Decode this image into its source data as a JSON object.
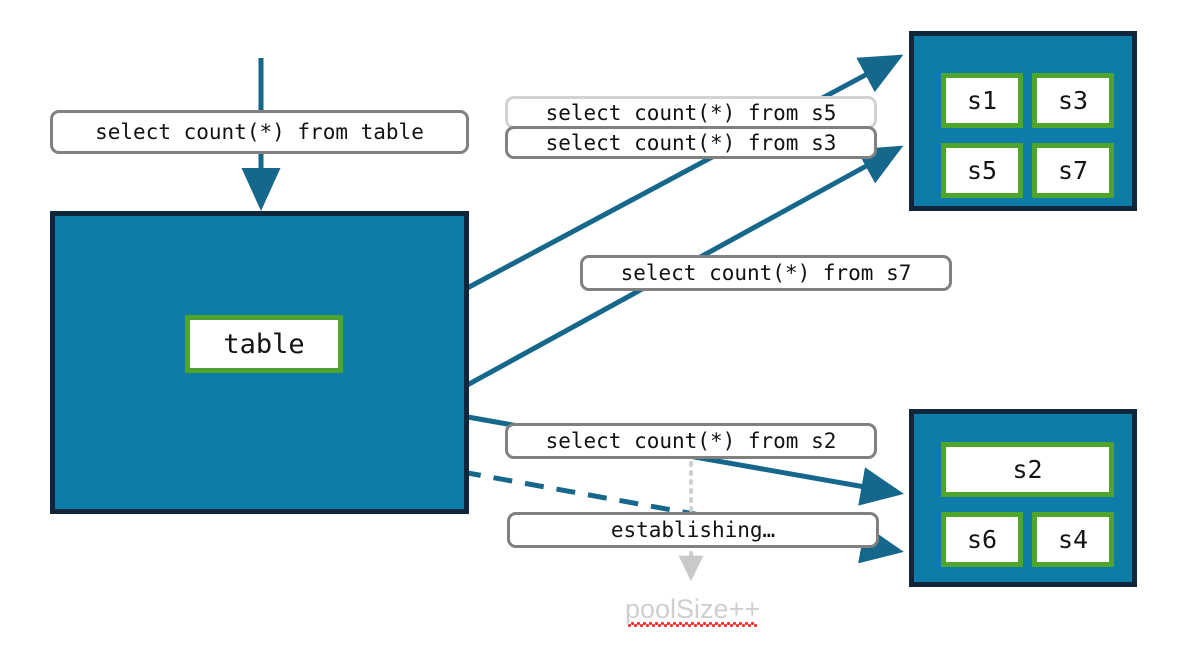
{
  "diagram": {
    "title": "connection pool query routing",
    "colors": {
      "pool_fill": "#0E7CA8",
      "pool_border": "#10263A",
      "chip_border": "#4FA52C",
      "edge": "#15688C",
      "label_border": "#808080",
      "label_border_faded": "#d2d2d2",
      "note_text": "#cfcfcf",
      "spellcheck": "#ff2a2a"
    },
    "source": {
      "entry_label": "select count(*) from table",
      "table_chip": "table"
    },
    "pools": [
      {
        "name": "pool-top",
        "chips": [
          "s1",
          "s3",
          "s5",
          "s7"
        ]
      },
      {
        "name": "pool-bottom",
        "chips": [
          "s2",
          "s6",
          "s4"
        ]
      }
    ],
    "query_labels": [
      {
        "name": "query-s5",
        "text": "select count(*) from s5",
        "state": "faded"
      },
      {
        "name": "query-s3",
        "text": "select count(*) from s3",
        "state": "normal"
      },
      {
        "name": "query-s7",
        "text": "select count(*) from s7",
        "state": "normal"
      },
      {
        "name": "query-s2",
        "text": "select count(*) from s2",
        "state": "normal"
      },
      {
        "name": "status-establishing",
        "text": "establishing…",
        "state": "normal"
      }
    ],
    "annotation": {
      "text": "poolSize++"
    }
  }
}
